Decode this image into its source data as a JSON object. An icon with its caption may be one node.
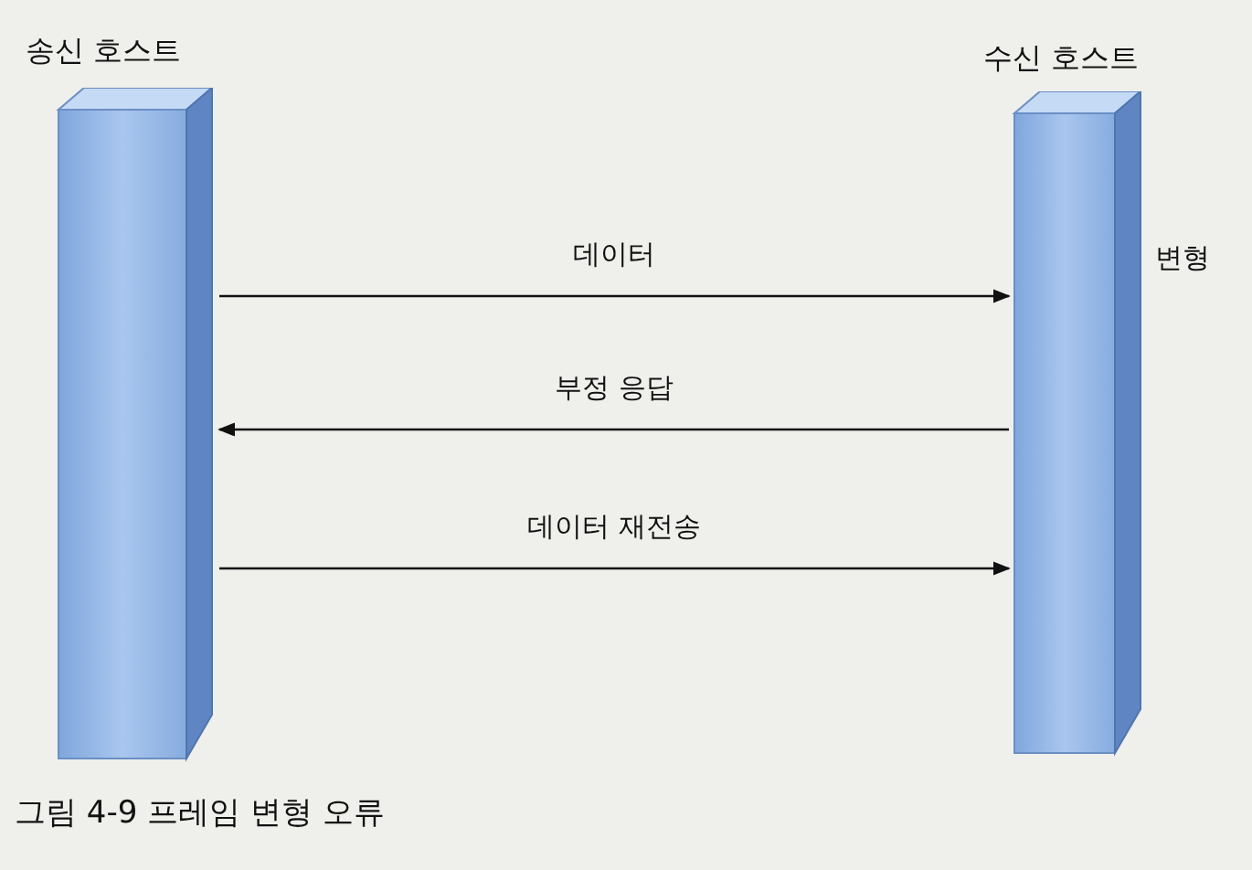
{
  "diagram": {
    "caption": "그림 4-9 프레임 변형 오류",
    "nodes": [
      {
        "text": [
          "송신 호스트"
        ]
      },
      {
        "text": [
          "수신 호스트"
        ],
        "beside": [
          "변형"
        ]
      }
    ],
    "edges": [
      {
        "from": 0,
        "to": 1,
        "arrow": "to",
        "label": "데이터"
      },
      {
        "from": 1,
        "to": 0,
        "arrow": "to",
        "label": "부정 응답"
      },
      {
        "from": 0,
        "to": 1,
        "arrow": "to",
        "label": "데이터 재전송"
      }
    ]
  }
}
